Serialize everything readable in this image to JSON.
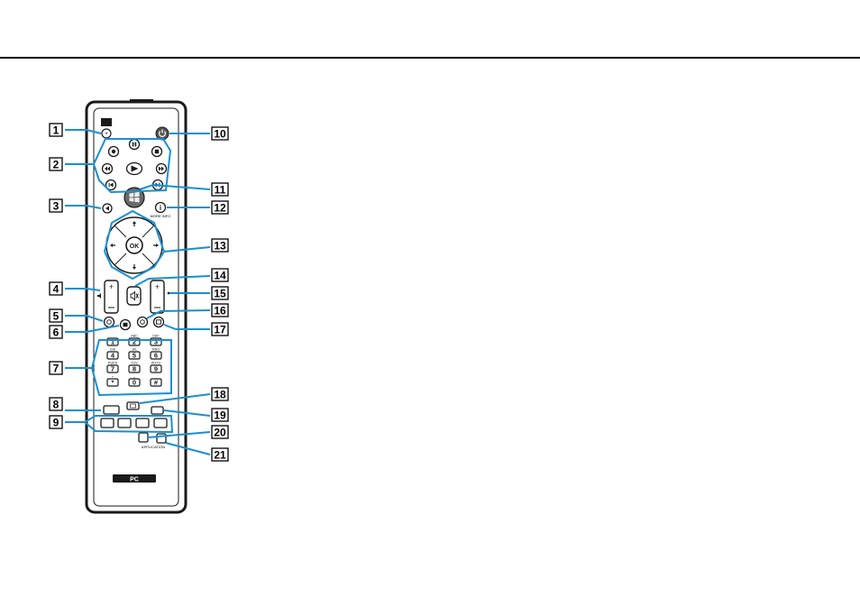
{
  "colors": {
    "callout_line": "#1a8fd0",
    "remote_body": "#ffffff",
    "remote_outline": "#1a1a1a"
  },
  "remote": {
    "badge": "PC",
    "ok_label": "OK",
    "keypad": [
      {
        "digit": "1",
        "letters": ""
      },
      {
        "digit": "2",
        "letters": "ABC"
      },
      {
        "digit": "3",
        "letters": "DEF"
      },
      {
        "digit": "4",
        "letters": "GHI"
      },
      {
        "digit": "5",
        "letters": "JKL"
      },
      {
        "digit": "6",
        "letters": "MNO"
      },
      {
        "digit": "7",
        "letters": "PQRS"
      },
      {
        "digit": "8",
        "letters": "TUV"
      },
      {
        "digit": "9",
        "letters": "WXYZ"
      },
      {
        "digit": "*",
        "letters": "•"
      },
      {
        "digit": "0",
        "letters": "␣"
      },
      {
        "digit": "#",
        "letters": ""
      }
    ],
    "label_more_info": "MORE INFO",
    "label_application": "APPLICATION"
  },
  "callouts": [
    "1",
    "2",
    "3",
    "4",
    "5",
    "6",
    "7",
    "8",
    "9",
    "10",
    "11",
    "12",
    "13",
    "14",
    "15",
    "16",
    "17",
    "18",
    "19",
    "20",
    "21"
  ],
  "icons": [
    "power-icon",
    "windows-logo-icon",
    "info-icon",
    "back-icon",
    "mute-icon",
    "play-icon",
    "pause-icon",
    "stop-icon",
    "record-icon",
    "rewind-icon",
    "fast-forward-icon",
    "skip-back-icon",
    "skip-forward-icon"
  ]
}
